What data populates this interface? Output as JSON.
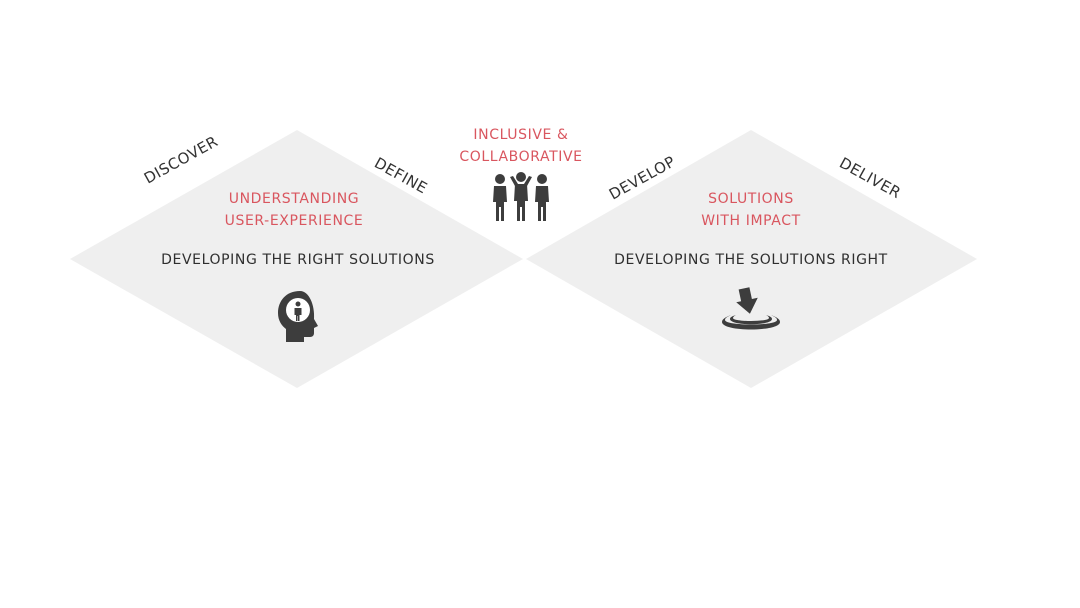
{
  "colors": {
    "diamond_fill": "#efefef",
    "accent": "#d9565f",
    "text": "#333333",
    "icon": "#3d3d3d"
  },
  "phases": {
    "discover": "DISCOVER",
    "define": "DEFINE",
    "develop": "DEVELOP",
    "deliver": "DELIVER"
  },
  "center": {
    "line1": "INCLUSIVE &",
    "line2": "COLLABORATIVE",
    "icon": "people-team-icon"
  },
  "left_diamond": {
    "heading_line1": "UNDERSTANDING",
    "heading_line2": "USER-EXPERIENCE",
    "subtitle": "DEVELOPING THE RIGHT SOLUTIONS",
    "icon": "head-person-icon"
  },
  "right_diamond": {
    "heading_line1": "SOLUTIONS",
    "heading_line2": "WITH IMPACT",
    "subtitle": "DEVELOPING THE SOLUTIONS RIGHT",
    "icon": "impact-arrow-icon"
  }
}
